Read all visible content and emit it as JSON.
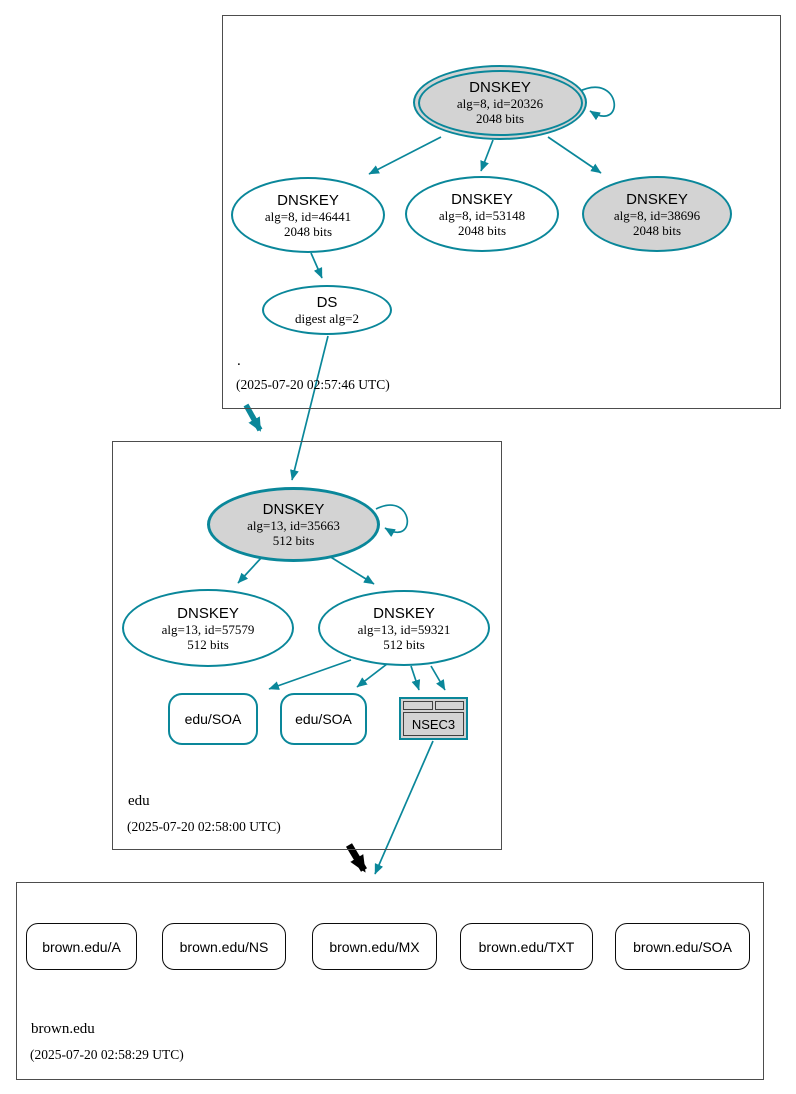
{
  "colors": {
    "secure_teal": "#0a879a",
    "node_fill_gray": "#d3d3d3",
    "black_arrow": "#000000",
    "zone_border_gray": "#4d4d4d"
  },
  "root_zone": {
    "label": ".",
    "timestamp": "(2025-07-20 02:57:46 UTC)",
    "ksk": {
      "title": "DNSKEY",
      "detail": "alg=8, id=20326",
      "bits": "2048 bits"
    },
    "zsk_left": {
      "title": "DNSKEY",
      "detail": "alg=8, id=46441",
      "bits": "2048 bits"
    },
    "zsk_mid": {
      "title": "DNSKEY",
      "detail": "alg=8, id=53148",
      "bits": "2048 bits"
    },
    "zsk_right": {
      "title": "DNSKEY",
      "detail": "alg=8, id=38696",
      "bits": "2048 bits"
    },
    "ds": {
      "title": "DS",
      "detail": "digest alg=2"
    }
  },
  "edu_zone": {
    "label": "edu",
    "timestamp": "(2025-07-20 02:58:00 UTC)",
    "ksk": {
      "title": "DNSKEY",
      "detail": "alg=13, id=35663",
      "bits": "512 bits"
    },
    "zsk_left": {
      "title": "DNSKEY",
      "detail": "alg=13, id=57579",
      "bits": "512 bits"
    },
    "zsk_right": {
      "title": "DNSKEY",
      "detail": "alg=13, id=59321",
      "bits": "512 bits"
    },
    "soa_left": {
      "label": "edu/SOA"
    },
    "soa_right": {
      "label": "edu/SOA"
    },
    "nsec3": {
      "label": "NSEC3"
    }
  },
  "brown_zone": {
    "label": "brown.edu",
    "timestamp": "(2025-07-20 02:58:29 UTC)",
    "rrsets": [
      {
        "label": "brown.edu/A"
      },
      {
        "label": "brown.edu/NS"
      },
      {
        "label": "brown.edu/MX"
      },
      {
        "label": "brown.edu/TXT"
      },
      {
        "label": "brown.edu/SOA"
      }
    ]
  }
}
